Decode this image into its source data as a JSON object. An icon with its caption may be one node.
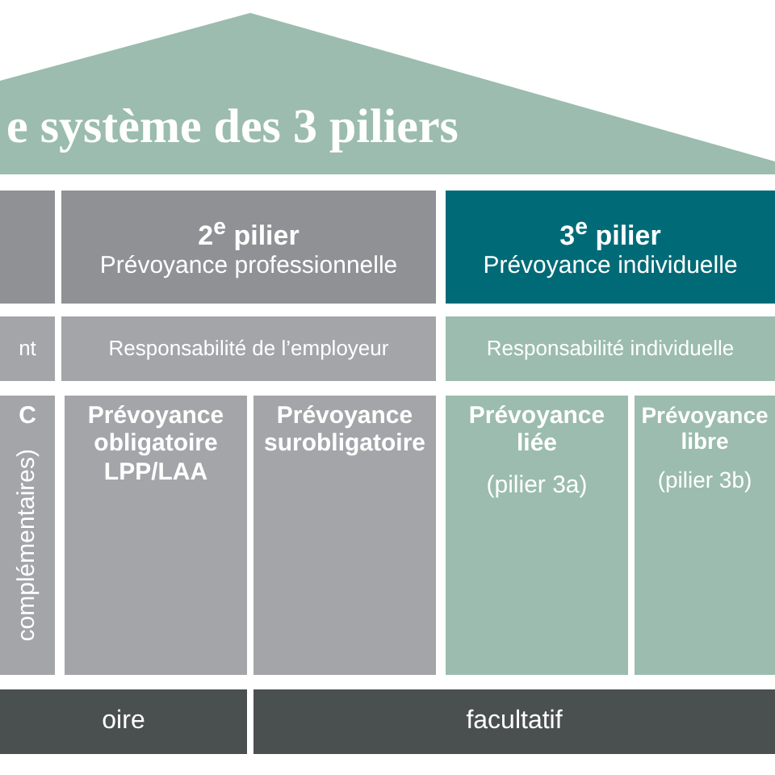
{
  "diagram": {
    "title": "e système des 3 piliers",
    "nodes": [
      {
        "text": [],
        "shape": "box"
      },
      {
        "text": [
          "2$^{e}$ pilier",
          "Prévoyance professionnelle"
        ]
      },
      {
        "text": [
          "3$^{e}$ pilier",
          "Prévoyance individuelle"
        ]
      },
      {
        "text": [
          "nt"
        ]
      },
      {
        "text": [
          "Responsabilité de l’employeur"
        ]
      },
      {
        "text": [
          "Responsabilité individuelle"
        ]
      },
      {
        "text": [
          "C",
          "complémentaires)"
        ]
      },
      {
        "text": [
          "Prévoyance obligatoire LPP/LAA"
        ]
      },
      {
        "text": [
          "Prévoyance surobligatoire"
        ]
      },
      {
        "text": [
          "Prévoyance liée",
          "(pilier 3a)"
        ]
      },
      {
        "text": [
          "Prévoyance libre",
          "(pilier 3b)"
        ]
      },
      {
        "text": [
          "oire"
        ]
      },
      {
        "text": [
          "facultatif"
        ]
      }
    ]
  }
}
